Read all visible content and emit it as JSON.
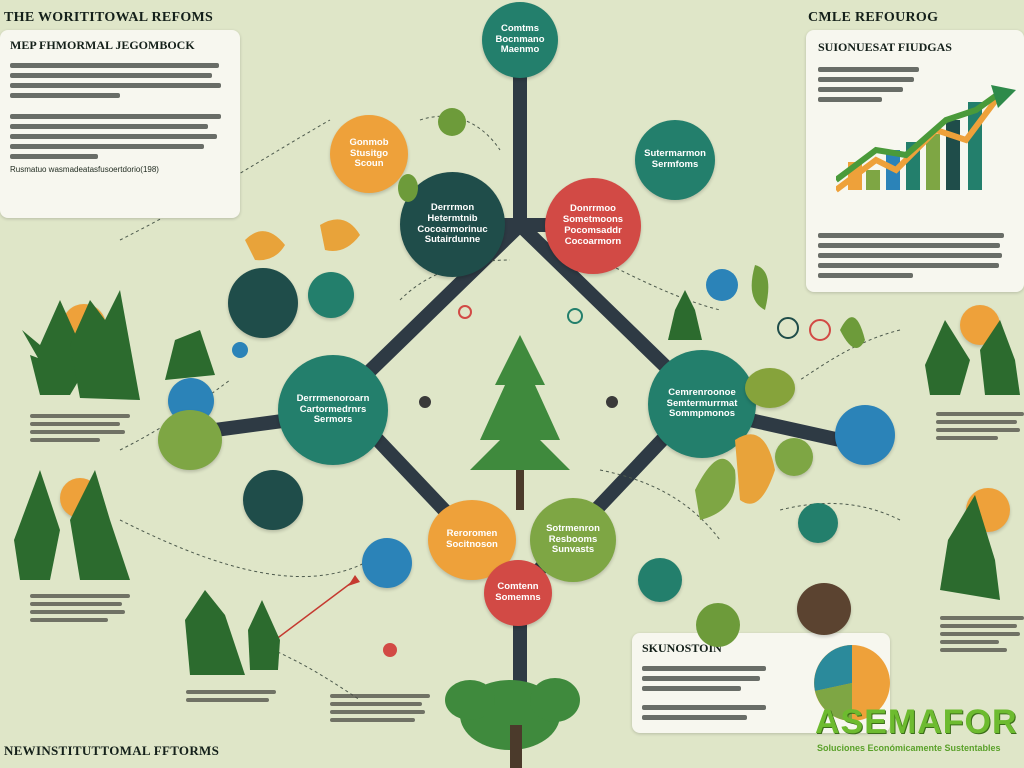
{
  "headings": {
    "top_left": "THE WORITITOWAL REFOMS",
    "top_right": "CMLE REFOUROG",
    "bottom_left": "NEWINSTITUTTOMAL FFTORMS"
  },
  "left_card": {
    "title": "MEP FHMORMAL JEGOMBOCK",
    "footer": "Rusmatuo wasmadeatasfusoertdorio(198)"
  },
  "right_card": {
    "title": "SUIONUESAT FIUDGAS"
  },
  "bottom_card": {
    "title": "SKUNOSTOIN"
  },
  "logo": {
    "name": "ASEMAFOR",
    "tagline": "Soluciones Económicamente Sustentables"
  },
  "nodes": [
    {
      "id": "center-top",
      "label": "Derrrmon Hetermtnib Cocoarmorinuc Sutairdunne",
      "color": "#1f4d4a"
    },
    {
      "id": "center-right",
      "label": "Donrrmoo Sometmoons Pocomsaddr Cocoarmorn",
      "color": "#d24a45"
    },
    {
      "id": "center-left",
      "label": "Derrrmenoroarn Cartormedrnrs Sermors",
      "color": "#237f6c"
    },
    {
      "id": "center-east",
      "label": "Cemrenroonoe Semtermurrmat Sommpmonos",
      "color": "#237f6c"
    },
    {
      "id": "orange-top",
      "label": "Gonmob Stusitgo Scoun",
      "color": "#eea13a"
    },
    {
      "id": "teal-top",
      "label": "Sutermarmon Sermfoms",
      "color": "#237f6c"
    },
    {
      "id": "top-apex",
      "label": "Comtms Bocnmano Maenmo",
      "color": "#237f6c"
    },
    {
      "id": "orange-bottom",
      "label": "Reroromen Socitnoson",
      "color": "#eea13a"
    },
    {
      "id": "green-bottom",
      "label": "Sotrmenron Resbooms Sunvasts",
      "color": "#7ea644"
    },
    {
      "id": "red-bottom",
      "label": "Comtenn Somemns",
      "color": "#d24a45"
    }
  ]
}
